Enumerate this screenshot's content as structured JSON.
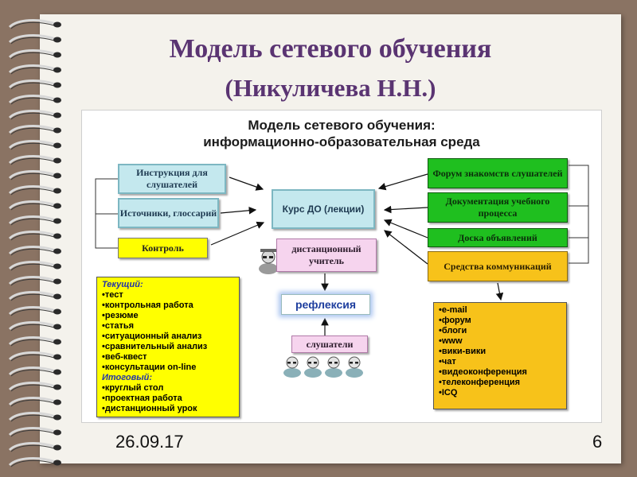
{
  "slide": {
    "title": "Модель сетевого обучения",
    "subtitle": "(Никуличева Н.Н.)",
    "date": "26.09.17",
    "page_number": "6"
  },
  "diagram": {
    "heading_line1": "Модель сетевого обучения:",
    "heading_line2": "информационно-образовательная среда",
    "left": {
      "instr": "Инструкция для слушателей",
      "sources": "Источники, глоссарий",
      "control": "Контроль"
    },
    "center": {
      "course": "Курс ДО (лекции)",
      "teacher": "дистанционный учитель",
      "reflection": "рефлексия",
      "listeners": "слушатели"
    },
    "right": {
      "forum": "Форум знакомств слушателей",
      "docs": "Документация учебного процесса",
      "board": "Доска объявлений",
      "comm": "Средства коммуникаций"
    },
    "control_list": {
      "current_header": "Текущий:",
      "current_items": [
        "•тест",
        "•контрольная работа",
        "•резюме",
        "•статья",
        "•ситуационный анализ",
        "•сравнительный анализ",
        "•веб-квест",
        "•консультации on-line"
      ],
      "final_header": "Итоговый:",
      "final_items": [
        "•круглый стол",
        "•проектная работа",
        "•дистанционный урок"
      ]
    },
    "comm_list": {
      "items": [
        "•e-mail",
        "•форум",
        "•блоги",
        "•www",
        "•вики-вики",
        "•чат",
        "•видеоконференция",
        "•телеконференция",
        "•ICQ"
      ]
    }
  },
  "colors": {
    "background": "#8a7363",
    "paper": "#f4f2ec",
    "title": "#5a3472",
    "cyan": "#c4e8ee",
    "yellow": "#ffff00",
    "green": "#1fbf1f",
    "pink": "#f6d4ee",
    "orange": "#f7c21a"
  }
}
